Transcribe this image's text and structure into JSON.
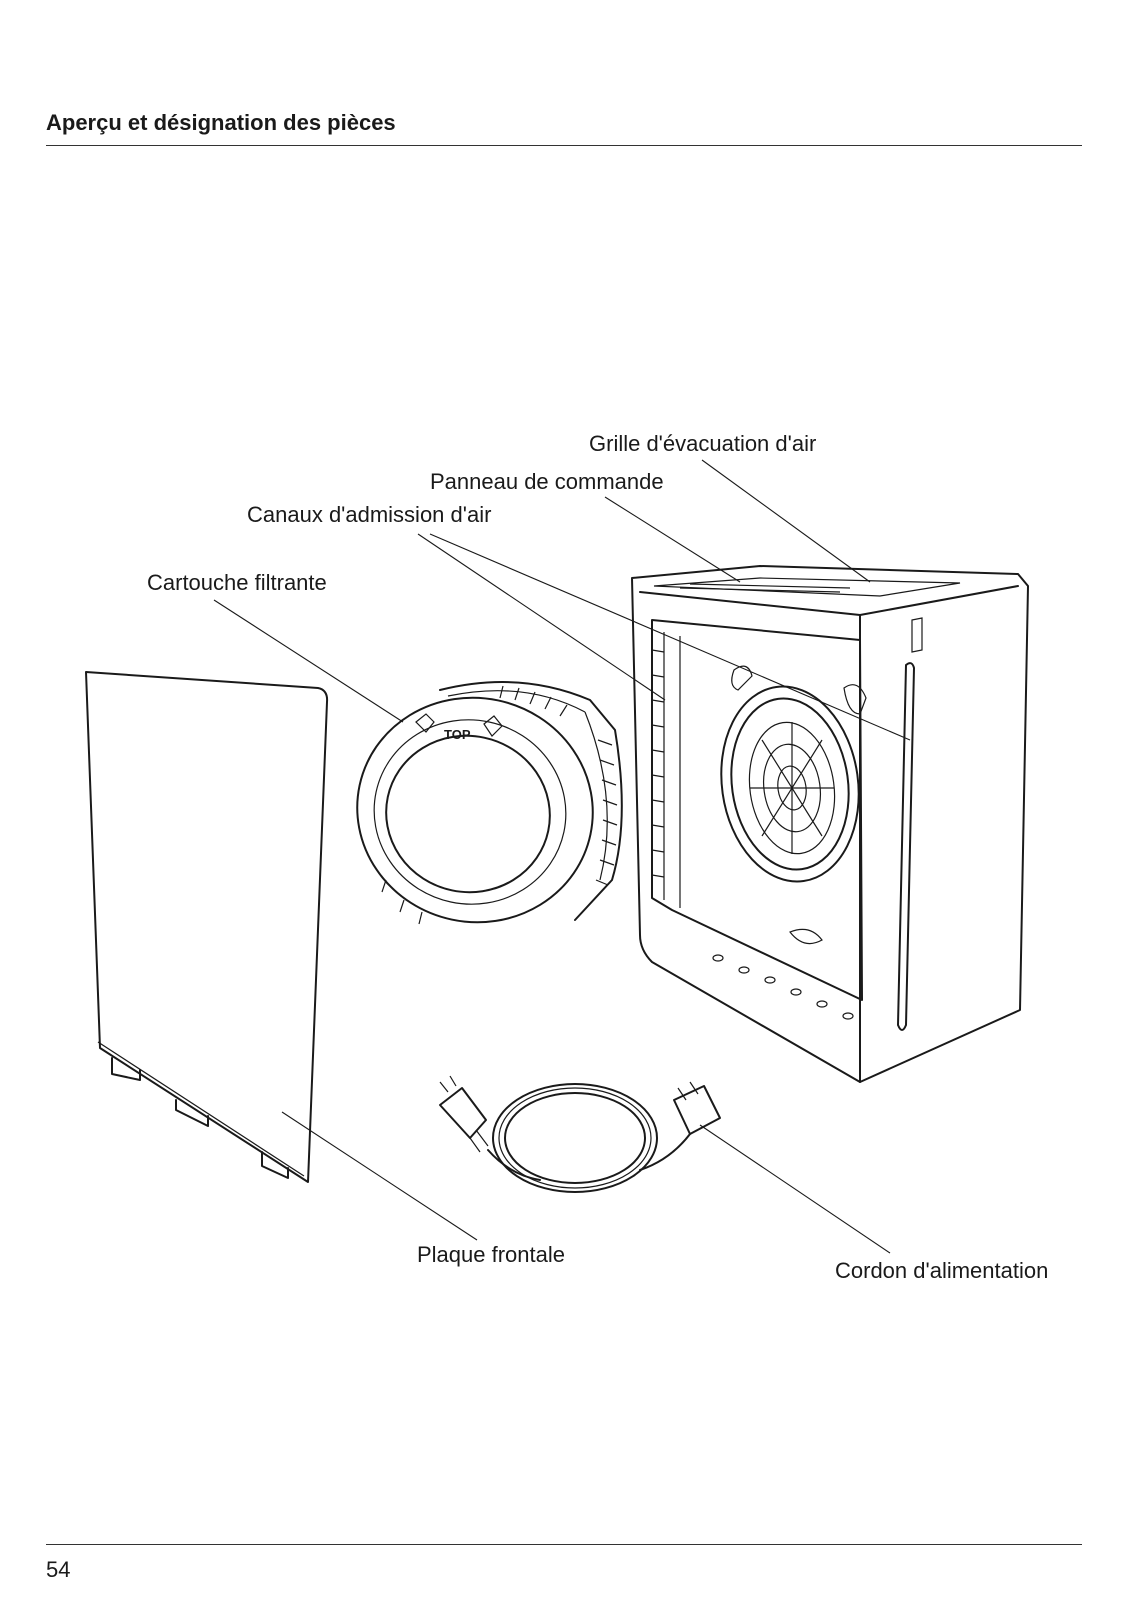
{
  "header": {
    "title": "Aperçu et désignation des pièces"
  },
  "figure": {
    "labels": {
      "exhaust_grille": "Grille d'évacuation d'air",
      "control_panel": "Panneau de commande",
      "air_intakes": "Canaux d'admission d'air",
      "filter_cartridge": "Cartouche filtrante",
      "front_plate": "Plaque frontale",
      "power_cord": "Cordon d'alimentation"
    },
    "filter_marking": "TOP"
  },
  "footer": {
    "page_number": "54"
  }
}
